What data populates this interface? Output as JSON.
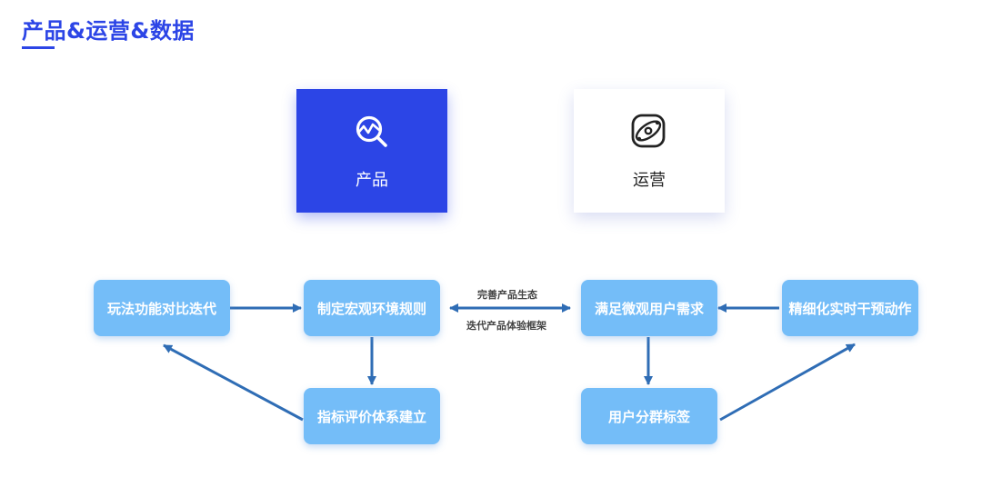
{
  "header": {
    "title": "产品&运营&数据"
  },
  "cards": {
    "product": {
      "label": "产品",
      "icon": "magnifier-chart-icon"
    },
    "operations": {
      "label": "运营",
      "icon": "atom-icon"
    }
  },
  "flow": {
    "left": {
      "iterate": "玩法功能对比迭代",
      "rules": "制定宏观环境规则",
      "metrics": "指标评价体系建立"
    },
    "right": {
      "needs": "满足微观用户需求",
      "refine": "精细化实时干预动作",
      "tags": "用户分群标签"
    },
    "link_labels": {
      "top": "完善产品生态",
      "bottom": "迭代产品体验框架"
    }
  },
  "colors": {
    "primary": "#2c45e6",
    "node": "#74bdf8",
    "arrow": "#2f6db5"
  }
}
